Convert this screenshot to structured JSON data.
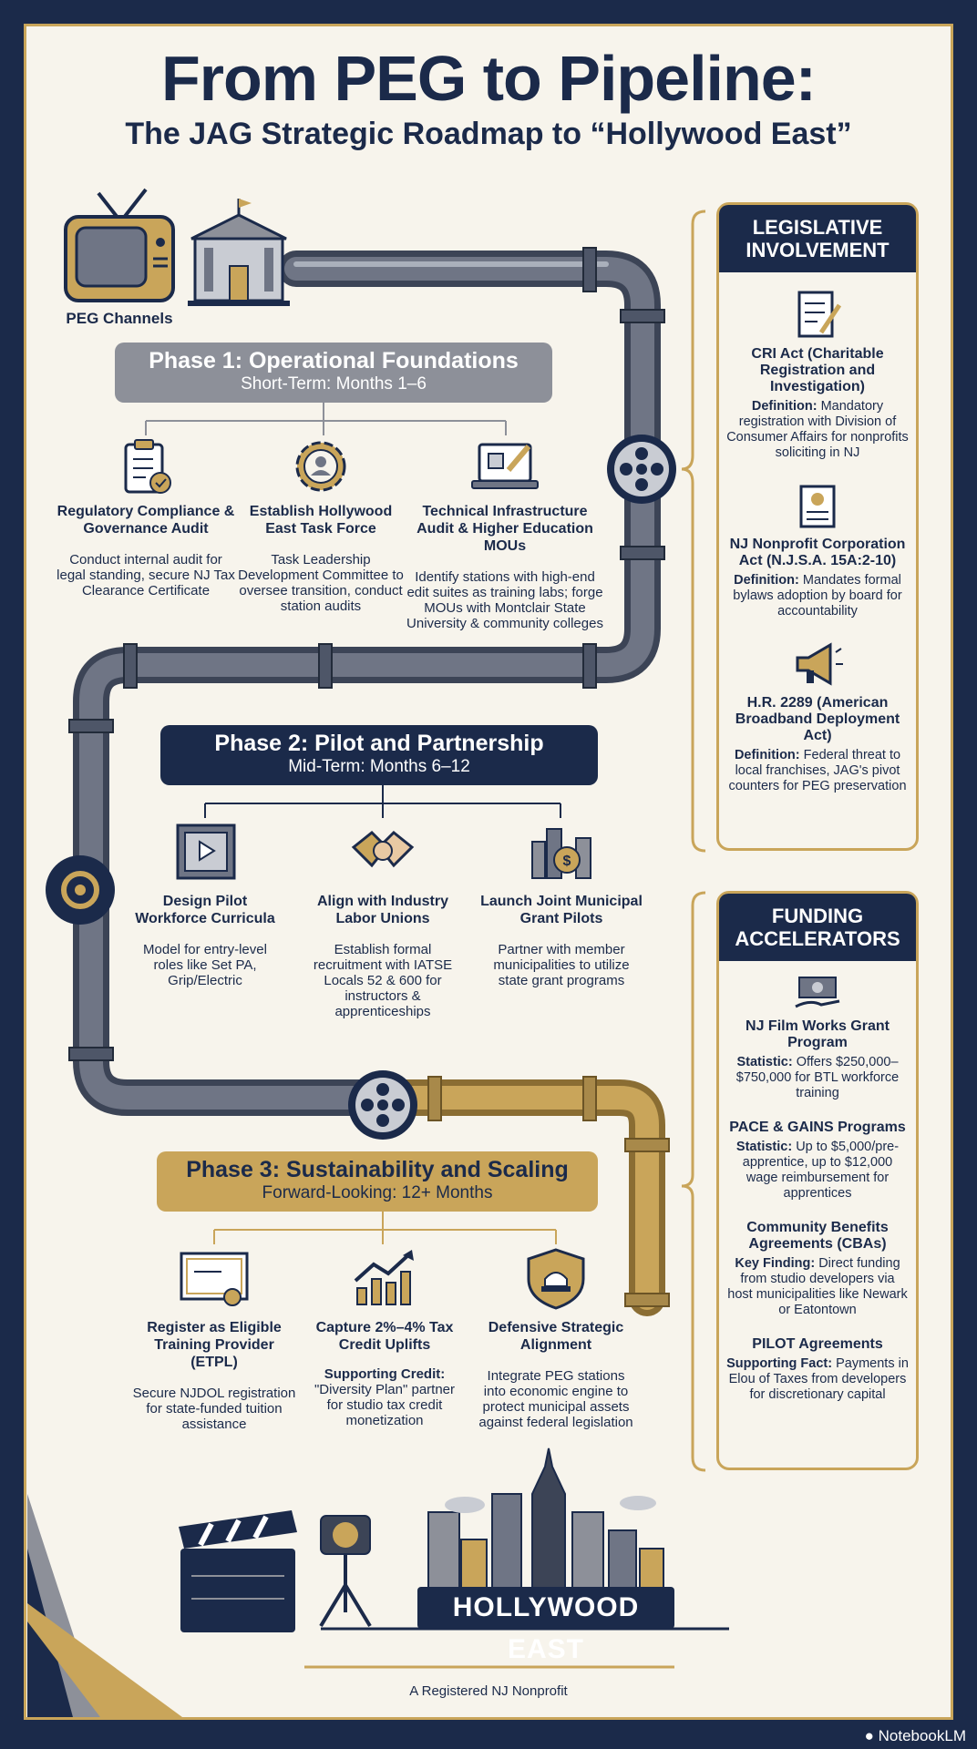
{
  "header": {
    "title": "From PEG to Pipeline:",
    "subtitle": "The JAG Strategic Roadmap to “Hollywood East”"
  },
  "peg_label": "PEG Channels",
  "phases": [
    {
      "title": "Phase 1: Operational Foundations",
      "timeframe": "Short-Term: Months 1–6",
      "items": [
        {
          "title": "Regulatory Compliance & Governance Audit",
          "desc": "Conduct internal audit for legal standing, secure NJ Tax Clearance Certificate",
          "icon": "checklist-icon"
        },
        {
          "title": "Establish Hollywood East Task Force",
          "desc": "Task Leadership Development Committee to oversee transition, conduct station audits",
          "icon": "gear-person-icon"
        },
        {
          "title": "Technical Infrastructure Audit & Higher Education MOUs",
          "desc": "Identify stations with high-end edit suites as training labs; forge MOUs with Montclair State University & community colleges",
          "icon": "laptop-edit-icon"
        }
      ]
    },
    {
      "title": "Phase 2: Pilot and Partnership",
      "timeframe": "Mid-Term: Months 6–12",
      "items": [
        {
          "title": "Design Pilot Workforce Curricula",
          "desc": "Model for entry-level roles like Set PA, Grip/Electric",
          "icon": "blueprint-icon"
        },
        {
          "title": "Align with Industry Labor Unions",
          "desc": "Establish formal recruitment with IATSE Locals 52 & 600 for instructors & apprenticeships",
          "icon": "handshake-icon"
        },
        {
          "title": "Launch Joint Municipal Grant Pilots",
          "desc": "Partner with member municipalities to utilize state grant programs",
          "icon": "city-money-icon"
        }
      ]
    },
    {
      "title": "Phase 3: Sustainability and Scaling",
      "timeframe": "Forward-Looking: 12+ Months",
      "items": [
        {
          "title": "Register as Eligible Training Provider (ETPL)",
          "desc": "Secure NJDOL registration for state-funded tuition assistance",
          "icon": "certificate-icon"
        },
        {
          "title": "Capture 2%–4% Tax Credit Uplifts",
          "subtitle": "Supporting Credit:",
          "desc": "\"Diversity Plan\" partner for studio tax credit monetization",
          "icon": "chart-up-icon"
        },
        {
          "title": "Defensive Strategic Alignment",
          "desc": "Integrate PEG stations into economic engine to protect municipal assets against federal legislation",
          "icon": "shield-capitol-icon"
        }
      ]
    }
  ],
  "legislative": {
    "heading": "LEGISLATIVE INVOLVEMENT",
    "items": [
      {
        "title": "CRI Act (Charitable Registration and Investigation)",
        "label": "Definition:",
        "text": "Mandatory registration with Division of Consumer Affairs for nonprofits soliciting in NJ",
        "icon": "document-pen-icon"
      },
      {
        "title": "NJ Nonprofit Corporation Act (N.J.S.A. 15A:2-10)",
        "label": "Definition:",
        "text": "Mandates formal bylaws adoption by board for accountability",
        "icon": "scroll-icon"
      },
      {
        "title": "H.R. 2289 (American Broadband Deployment Act)",
        "label": "Definition:",
        "text": "Federal threat to local franchises, JAG's pivot counters for PEG preservation",
        "icon": "megaphone-icon"
      }
    ]
  },
  "funding": {
    "heading": "FUNDING ACCELERATORS",
    "items": [
      {
        "title": "NJ Film Works Grant Program",
        "label": "Statistic:",
        "text": "Offers $250,000–$750,000 for BTL workforce training"
      },
      {
        "title": "PACE & GAINS Programs",
        "label": "Statistic:",
        "text": "Up to $5,000/pre-apprentice, up to $12,000 wage reimbursement for apprentices"
      },
      {
        "title": "Community Benefits Agreements (CBAs)",
        "label": "Key Finding:",
        "text": "Direct funding from studio developers via host municipalities like Newark or Eatontown"
      },
      {
        "title": "PILOT Agreements",
        "label": "Supporting Fact:",
        "text": "Payments in Elou of Taxes from developers for discretionary capital"
      }
    ]
  },
  "footer": {
    "sign": "HOLLYWOOD EAST",
    "tagline": "A Registered NJ Nonprofit",
    "brand": "NotebookLM"
  },
  "colors": {
    "navy": "#1b2a4a",
    "gold": "#c9a55a",
    "gray": "#8d9099",
    "cream": "#f7f4ec"
  }
}
